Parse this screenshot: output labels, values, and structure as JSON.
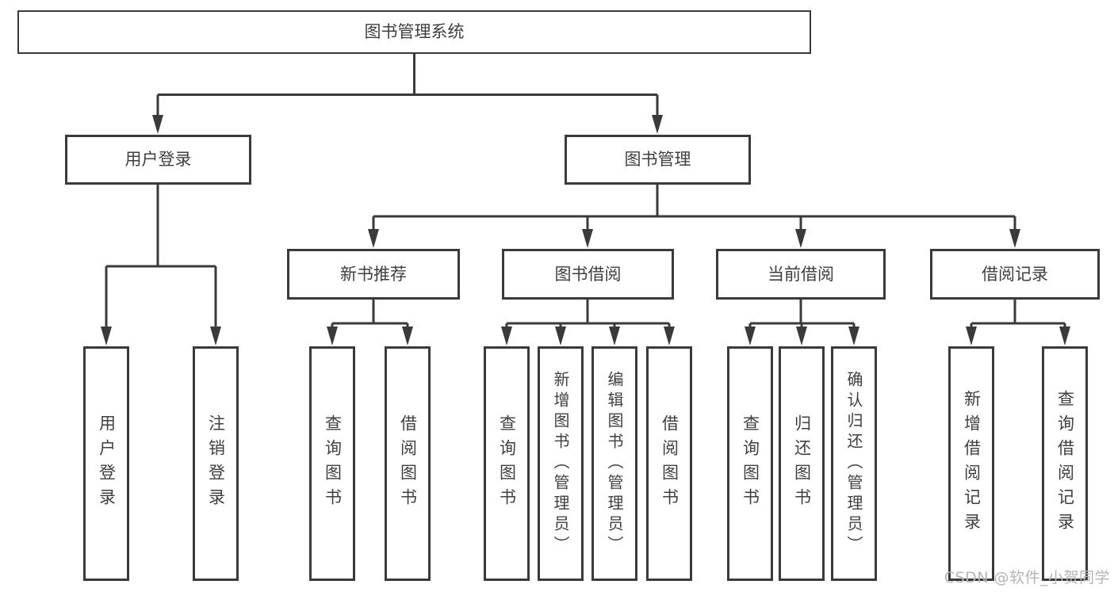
{
  "colors": {
    "line": "#3a3a3a",
    "box_border": "#3a3a3a",
    "text": "#3f3f3f",
    "background": "#ffffff",
    "watermark": "#b2b5ba"
  },
  "tree": {
    "label": "图书管理系统",
    "children": [
      {
        "label": "用户登录",
        "children": [
          {
            "label": "用户登录"
          },
          {
            "label": "注销登录"
          }
        ]
      },
      {
        "label": "图书管理",
        "children": [
          {
            "label": "新书推荐",
            "children": [
              {
                "label": "查询图书"
              },
              {
                "label": "借阅图书"
              }
            ]
          },
          {
            "label": "图书借阅",
            "children": [
              {
                "label": "查询图书"
              },
              {
                "label": "新增图书（管理员）"
              },
              {
                "label": "编辑图书（管理员）"
              },
              {
                "label": "借阅图书"
              }
            ]
          },
          {
            "label": "当前借阅",
            "children": [
              {
                "label": "查询图书"
              },
              {
                "label": "归还图书"
              },
              {
                "label": "确认归还（管理员）"
              }
            ]
          },
          {
            "label": "借阅记录",
            "children": [
              {
                "label": "新增借阅记录"
              },
              {
                "label": "查询借阅记录"
              }
            ]
          }
        ]
      }
    ]
  },
  "watermark": "CSDN @软件_小贺同学"
}
